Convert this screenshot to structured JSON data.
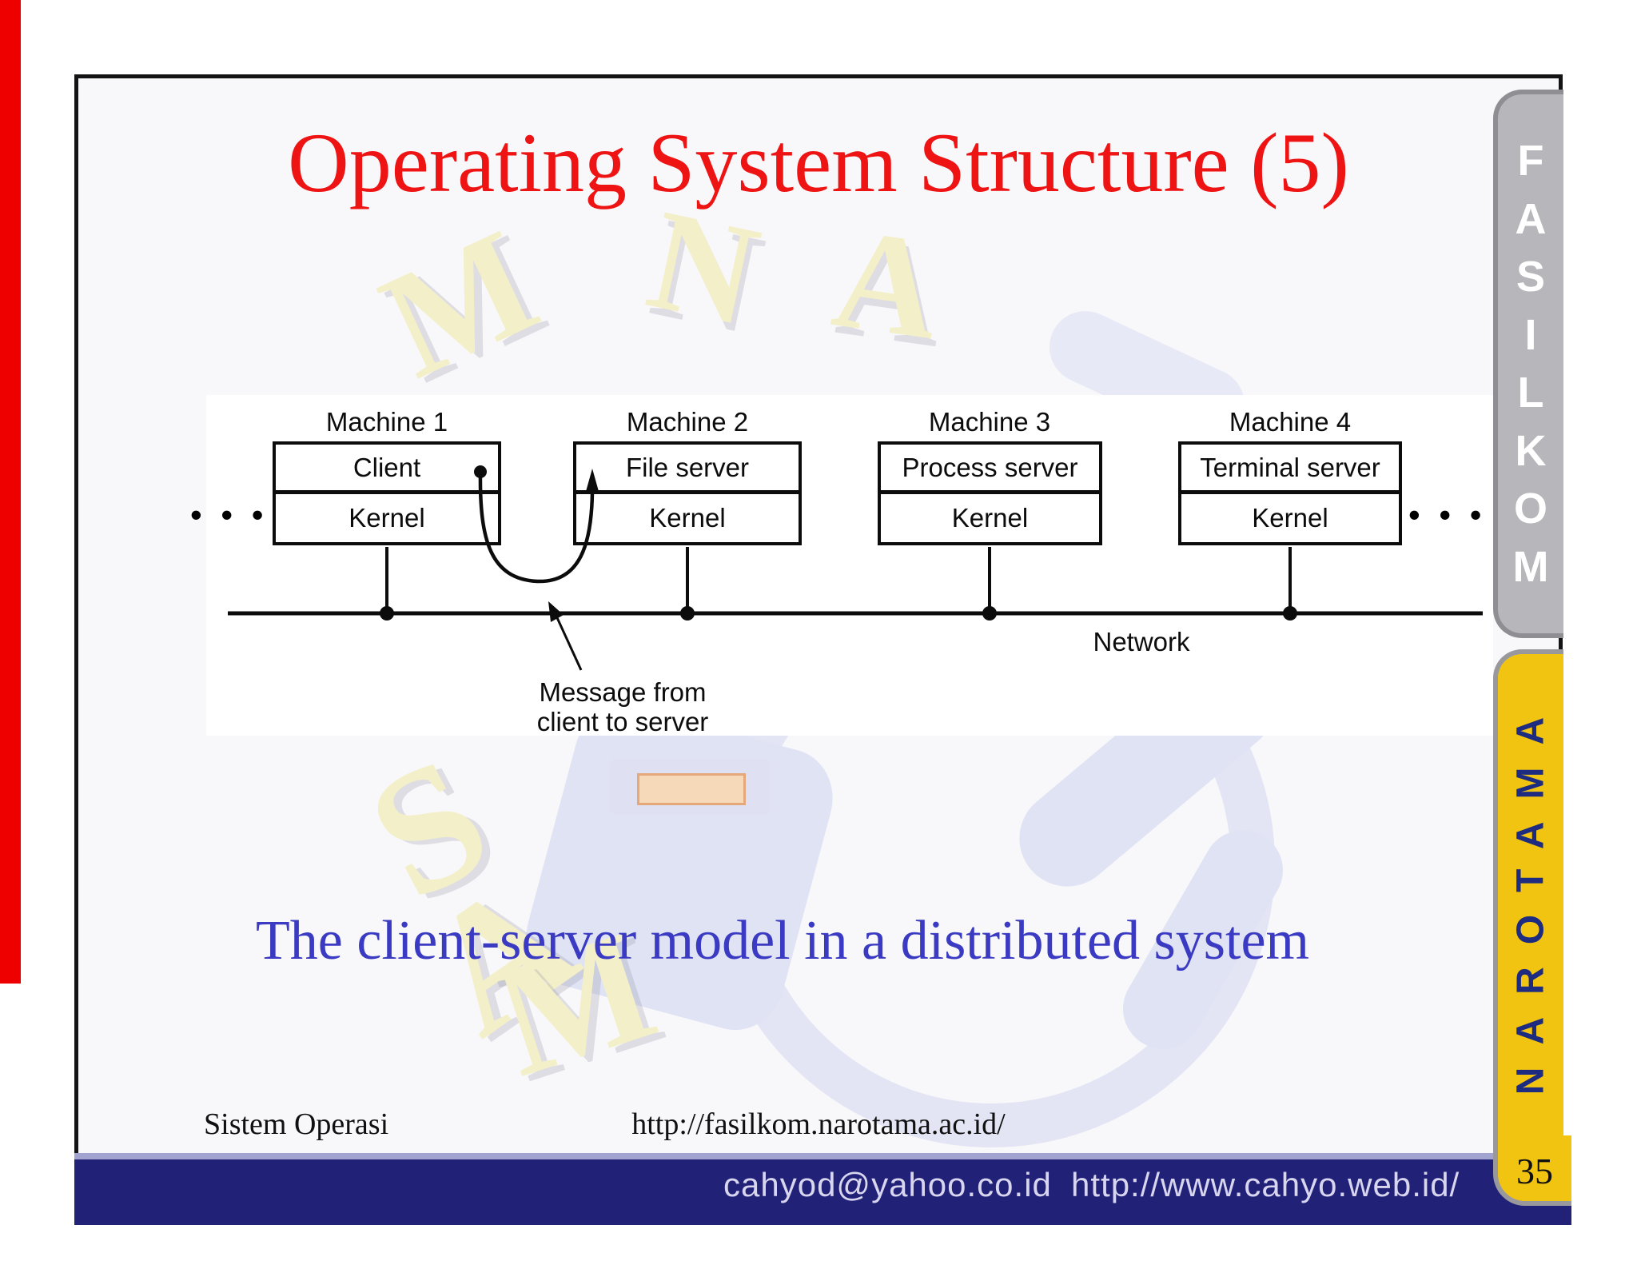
{
  "slide": {
    "title": "Operating System Structure (5)",
    "caption": "The client-server model in a distributed system",
    "footer_left": "Sistem Operasi",
    "footer_center": "http://fasilkom.narotama.ac.id/"
  },
  "diagram": {
    "machines": [
      {
        "name": "Machine 1",
        "top_label": "Client",
        "bottom_label": "Kernel"
      },
      {
        "name": "Machine 2",
        "top_label": "File server",
        "bottom_label": "Kernel"
      },
      {
        "name": "Machine 3",
        "top_label": "Process server",
        "bottom_label": "Kernel"
      },
      {
        "name": "Machine 4",
        "top_label": "Terminal server",
        "bottom_label": "Kernel"
      }
    ],
    "network_label": "Network",
    "message_lines": [
      "Message from",
      "client to server"
    ],
    "ellipsis": "• • •"
  },
  "bottom_bar": {
    "email": "cahyod@yahoo.co.id",
    "website": "http://www.cahyo.web.id/"
  },
  "side_tabs": {
    "fasilkom_letters": [
      "F",
      "A",
      "S",
      "I",
      "L",
      "K",
      "O",
      "M"
    ],
    "narotama_label": "NAROTAMA",
    "page_number": "35"
  },
  "watermark": {
    "letters": [
      "M",
      "N",
      "A",
      "S",
      "A",
      "M"
    ]
  },
  "colors": {
    "red_strip": "#ee0000",
    "title_red": "#ee1414",
    "caption_blue": "#3a3ac2",
    "navy_bar": "#212178",
    "bar_text": "#d8d5ee",
    "narotama_yellow": "#f2c412",
    "narotama_text": "#1d2b80",
    "fasilkom_gray": "#b7b7bb",
    "diagram_ink": "#0c0c0c"
  }
}
